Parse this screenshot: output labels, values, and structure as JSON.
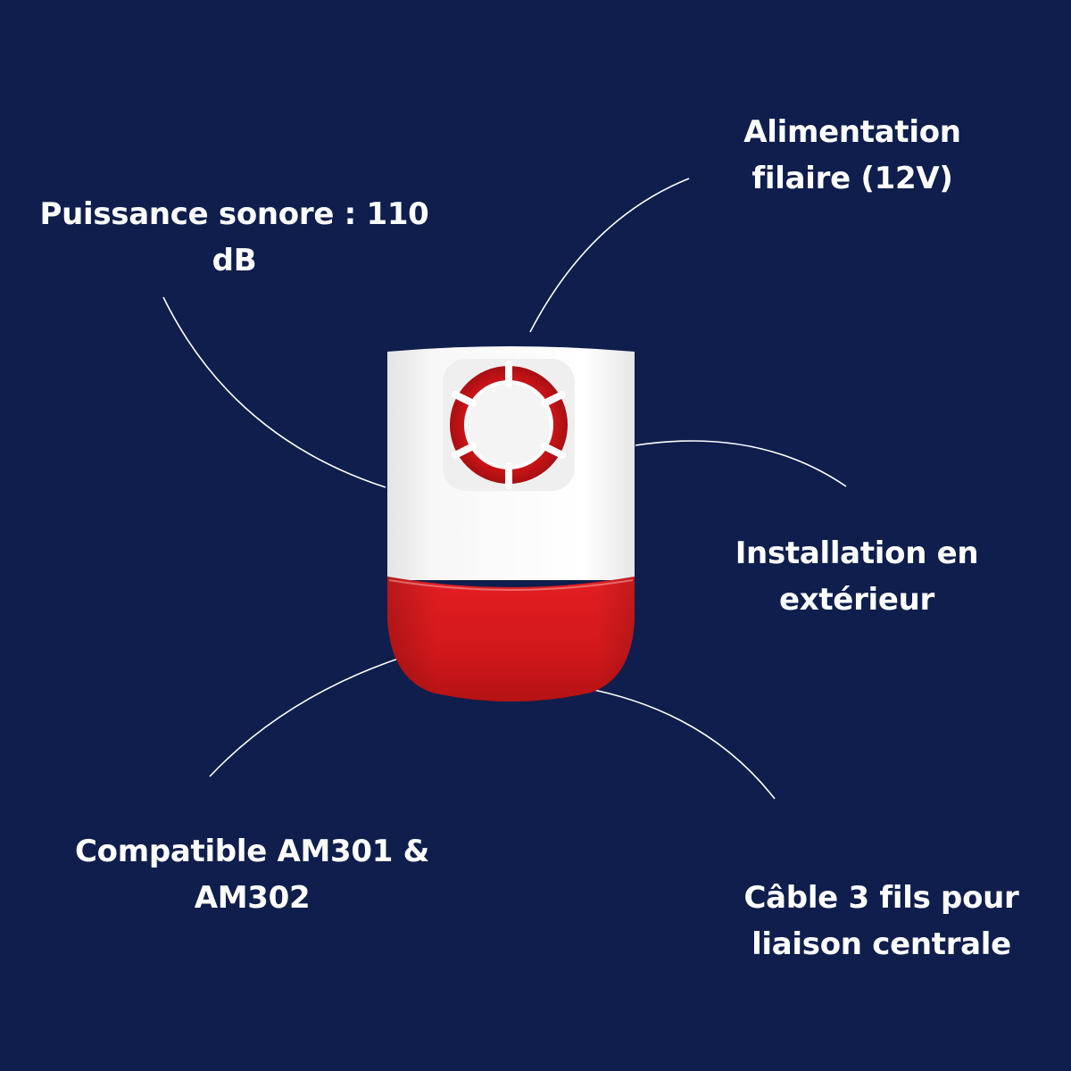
{
  "background_color": "#0f1e4c",
  "features": {
    "power_supply": {
      "line1": "Alimentation",
      "line2": "filaire (12V)"
    },
    "sound_power": {
      "line1": "Puissance sonore : 110",
      "line2": "dB"
    },
    "outdoor": {
      "line1": "Installation en",
      "line2": "extérieur"
    },
    "compatibility": {
      "line1": "Compatible AM301 &",
      "line2": "AM302"
    },
    "cable": {
      "line1": "Câble 3 fils pour",
      "line2": "liaison centrale"
    }
  },
  "product": {
    "icon": "alarm-siren",
    "body_color": "#f4f4f4",
    "lens_color": "#d81a1c"
  }
}
